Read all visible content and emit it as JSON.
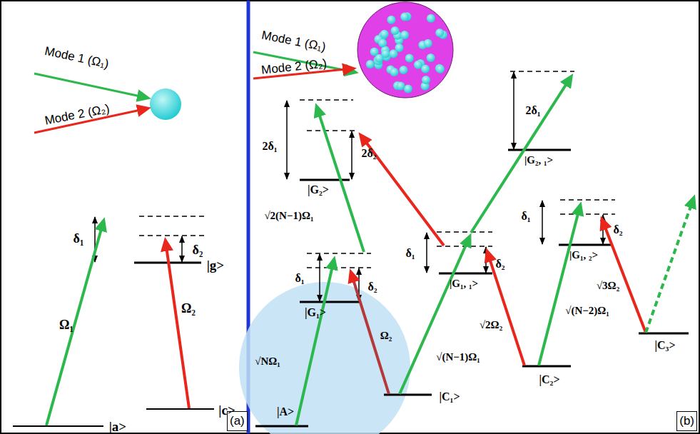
{
  "diagram": {
    "nodes": [
      {
        "text": [
          "(a)"
        ]
      },
      {
        "text": [
          "(b)"
        ]
      }
    ],
    "labels": [
      "Mode 1 (Ω₁)",
      "Mode 2 (Ω₂)",
      "δ₁",
      "δ₂",
      "|g>",
      "Ω₁",
      "Ω₂",
      "|c>",
      "|a>",
      "Mode 1 (Ω₁)",
      "Mode 2 (Ω₂)",
      "2δ₁",
      "2δ₂",
      "|G₂>",
      "√2(N−1)Ω₁",
      "δ₁",
      "δ₂",
      "|G₁>",
      "√NΩ₁",
      "Ω₂",
      "|A>",
      "δ₁",
      "δ₂",
      "|G₁, ₁>",
      "2δ₁",
      "|G₂, ₁>",
      "√(N−1)Ω₁",
      "|C₁>",
      "√2Ω₂",
      "|C₂>",
      "δ₁",
      "δ₂",
      "|G₁, ₂>",
      "√(N−2)Ω₁",
      "√3Ω₂",
      "|C₃>"
    ]
  }
}
